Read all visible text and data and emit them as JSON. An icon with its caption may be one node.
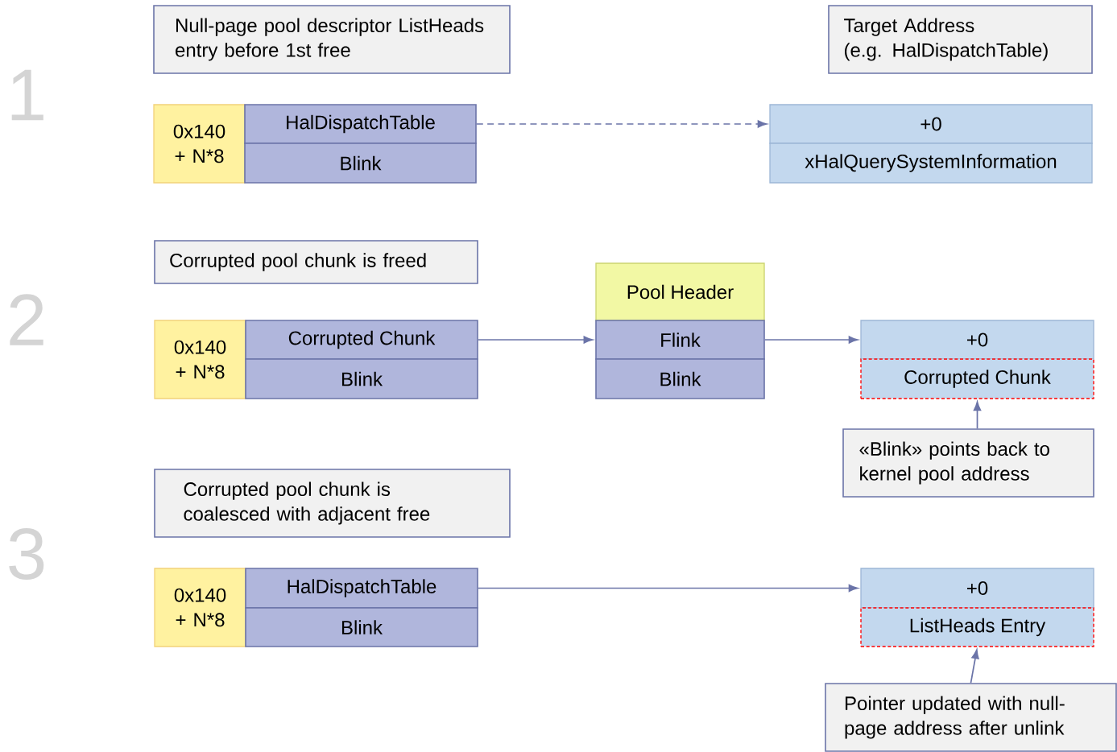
{
  "diagram": {
    "nodes": [
      {
        "text": [
          "Null-page pool descriptor ListHeads entry before 1st free"
        ]
      },
      {
        "text": [
          "Target Address",
          "(e.g. HalDispatchTable)"
        ]
      },
      {
        "text": [
          "0x140 + N*8"
        ]
      },
      {
        "text": [
          "HalDispatchTable"
        ]
      },
      {
        "text": [
          "Blink"
        ]
      },
      {
        "text": [
          "+0"
        ]
      },
      {
        "text": [
          "xHalQuerySystemInformation"
        ]
      },
      {
        "text": [
          "Corrupted pool chunk is freed"
        ]
      },
      {
        "text": [
          "0x140 + N*8"
        ]
      },
      {
        "text": [
          "Corrupted Chunk"
        ]
      },
      {
        "text": [
          "Blink"
        ]
      },
      {
        "text": [
          "Pool Header"
        ]
      },
      {
        "text": [
          "Flink"
        ]
      },
      {
        "text": [
          "Blink"
        ]
      },
      {
        "text": [
          "+0"
        ]
      },
      {
        "text": [
          "Corrupted Chunk"
        ]
      },
      {
        "text": [
          "«Blink» points back to kernel pool address"
        ]
      },
      {
        "text": [
          "Corrupted pool chunk is coalesced with adjacent free"
        ]
      },
      {
        "text": [
          "0x140 + N*8"
        ]
      },
      {
        "text": [
          "HalDispatchTable"
        ]
      },
      {
        "text": [
          "Blink"
        ]
      },
      {
        "text": [
          "+0"
        ]
      },
      {
        "text": [
          "ListHeads Entry"
        ]
      },
      {
        "text": [
          "Pointer updated with null-page address after unlink"
        ]
      }
    ],
    "edges": [
      {
        "from": 3,
        "to": 5,
        "arrow": "to",
        "style": "dashed"
      },
      {
        "from": 9,
        "to": 12,
        "arrow": "to"
      },
      {
        "from": 12,
        "to": 14,
        "arrow": "to"
      },
      {
        "from": 16,
        "to": 15,
        "arrow": "to"
      },
      {
        "from": 19,
        "to": 21,
        "arrow": "to"
      },
      {
        "from": 23,
        "to": 22,
        "arrow": "to"
      }
    ],
    "labels": [
      "1",
      "2",
      "3"
    ]
  }
}
